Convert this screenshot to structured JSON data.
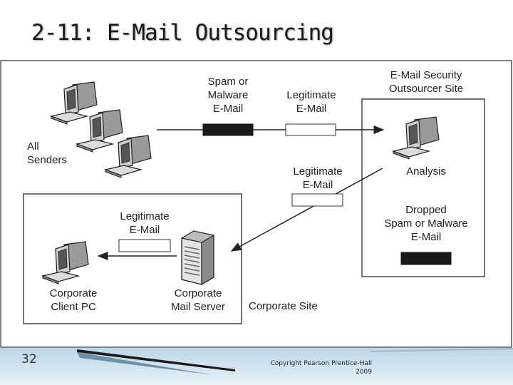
{
  "slide": {
    "title": "2-11: E-Mail Outsourcing",
    "number": "32",
    "copyright_line1": "Copyright Pearson Prentice-Hall",
    "copyright_line2": "2009"
  },
  "diagram": {
    "senders_label": [
      "All",
      "Senders"
    ],
    "spam_label": [
      "Spam or",
      "Malware",
      "E-Mail"
    ],
    "legit_incoming_label": [
      "Legitimate",
      "E-Mail"
    ],
    "outsourcer_label": [
      "E-Mail Security",
      "Outsourcer Site"
    ],
    "analysis_label": "Analysis",
    "legit_forward_label": [
      "Legitimate",
      "E-Mail"
    ],
    "dropped_label": [
      "Dropped",
      "Spam or Malware",
      "E-Mail"
    ],
    "legit_delivery_label": [
      "Legitimate",
      "E-Mail"
    ],
    "client_label": [
      "Corporate",
      "Client PC"
    ],
    "server_label": [
      "Corporate",
      "Mail Server"
    ],
    "corporate_site_label": "Corporate Site"
  }
}
